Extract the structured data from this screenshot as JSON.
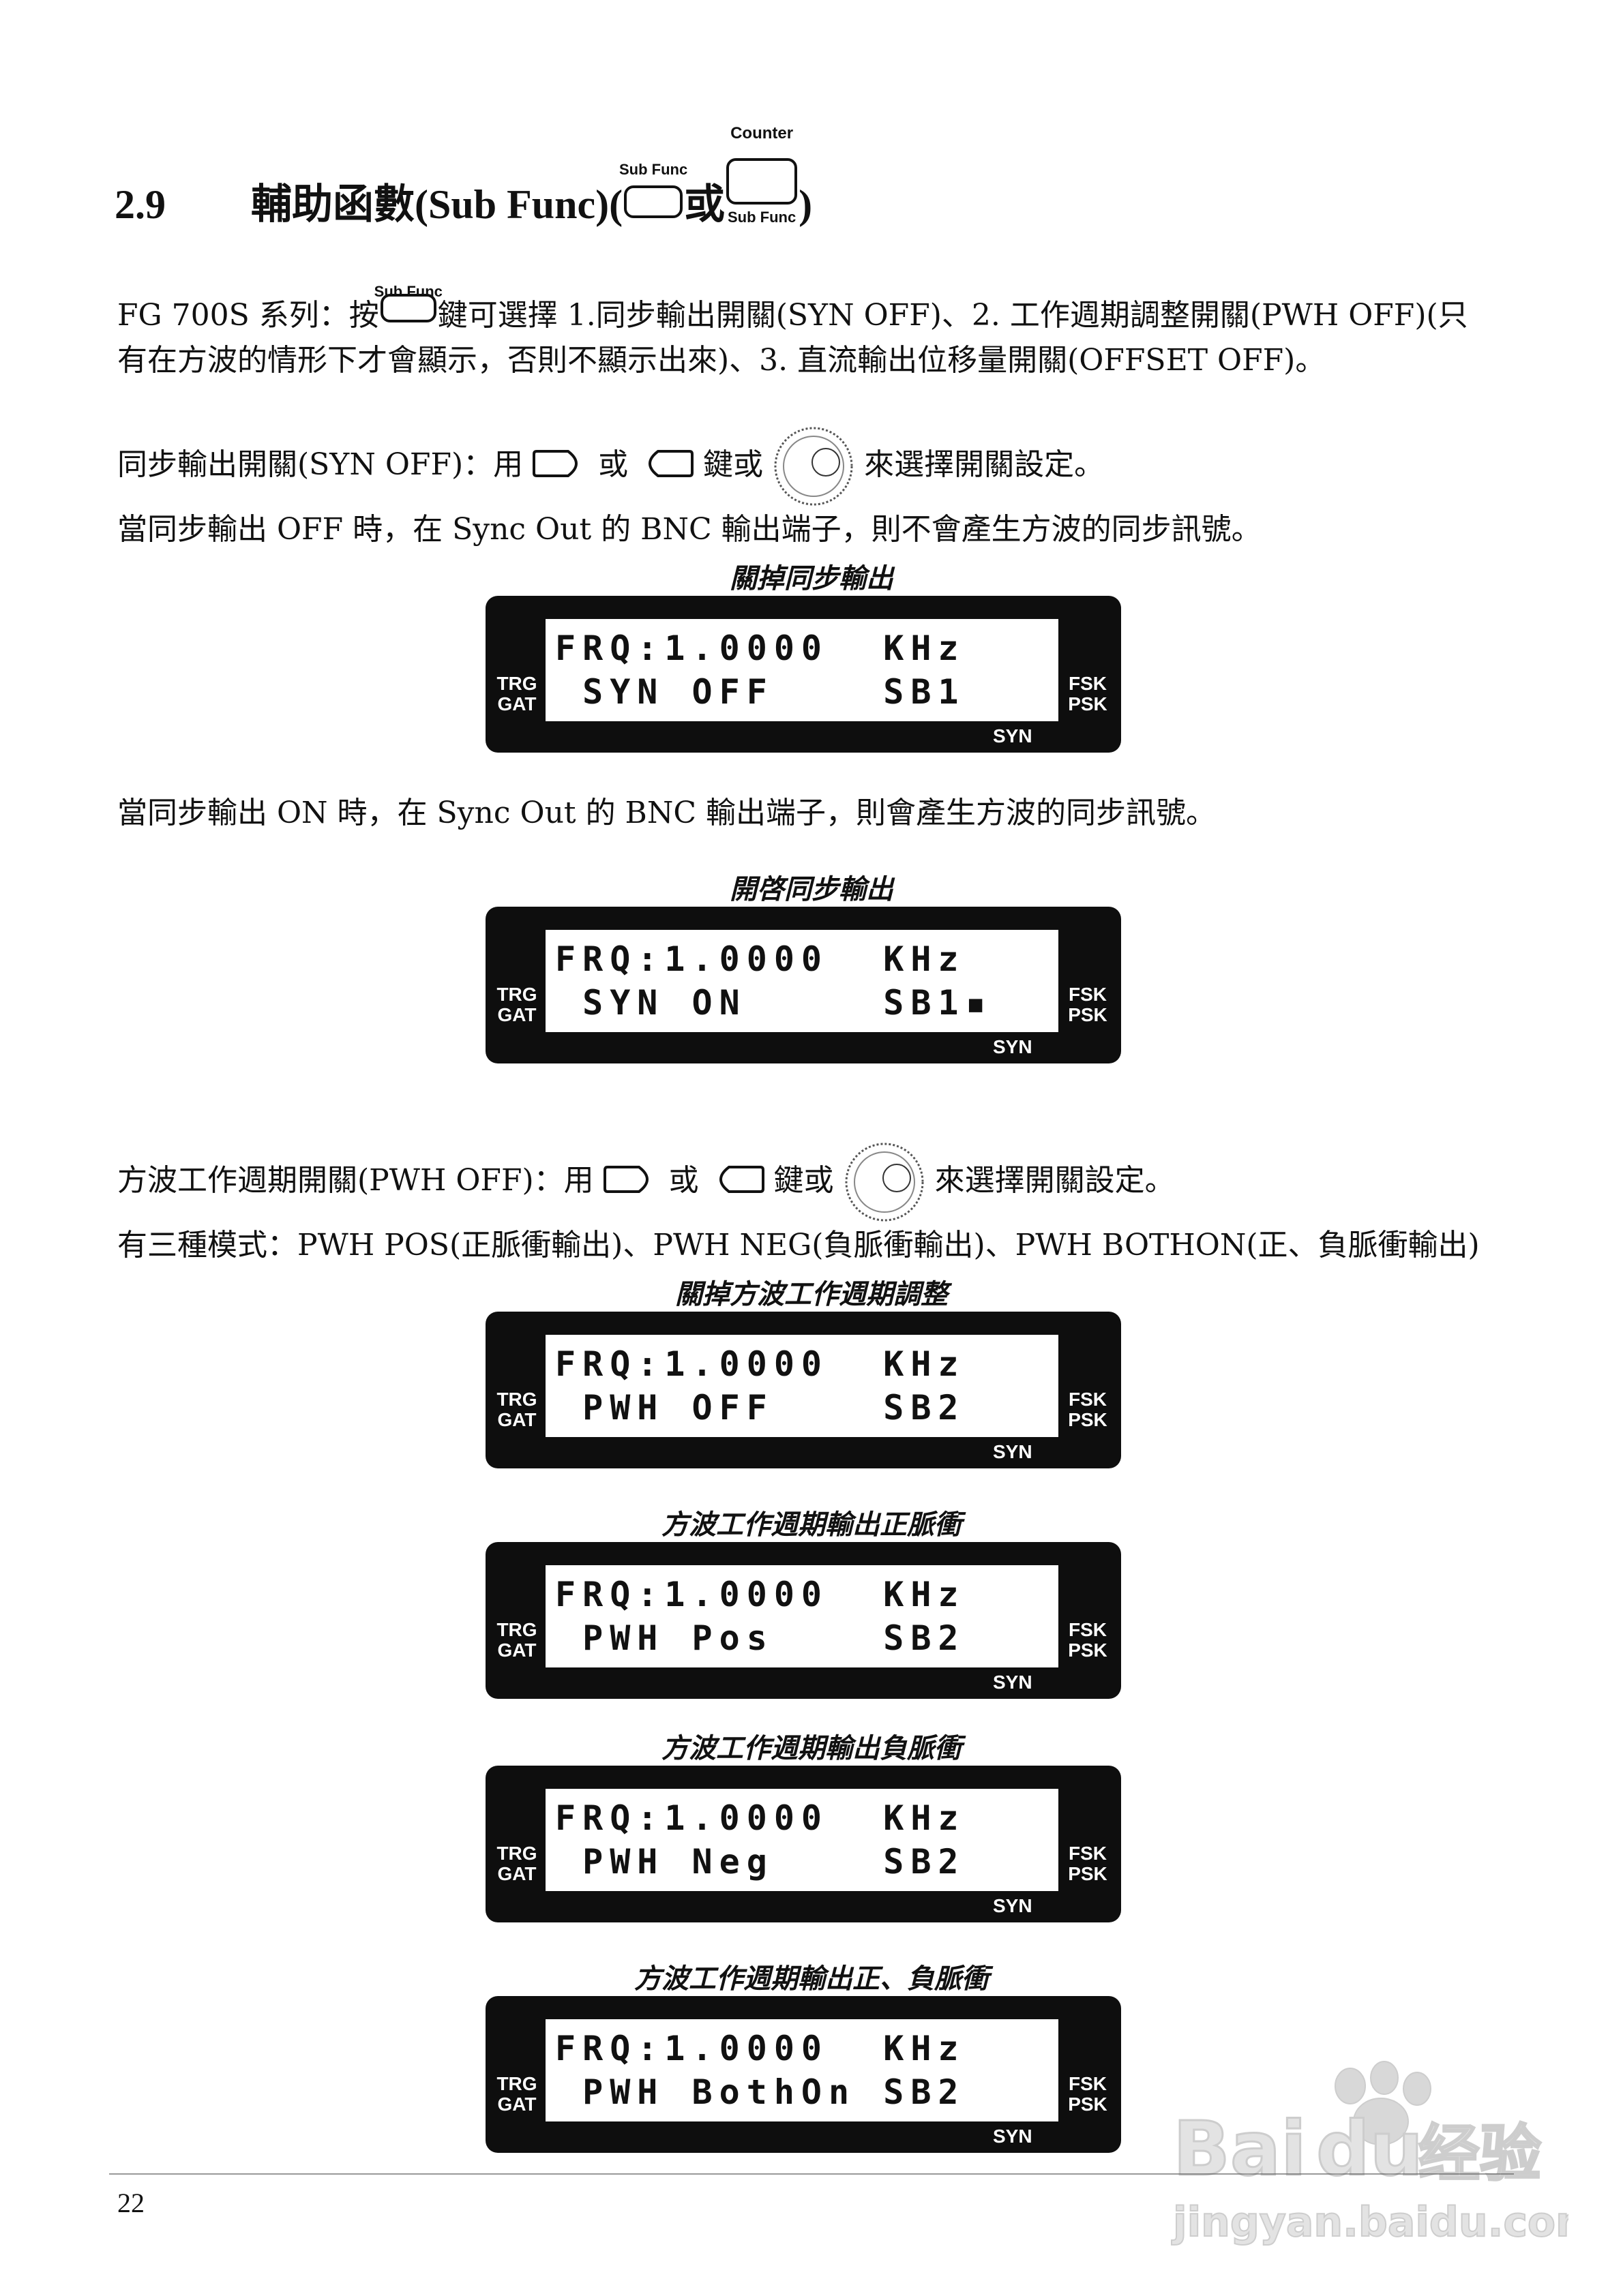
{
  "heading": {
    "number": "2.9",
    "title": "輔助函數(Sub Func)(",
    "or": "或",
    "close": ")",
    "key1_caption": "Sub Func",
    "key2_top_caption": "Counter",
    "key2_bottom_caption": "Sub Func"
  },
  "intro": {
    "key_caption": "Sub Func",
    "line1_a": "FG 700S 系列：按",
    "line1_b": "鍵可選擇 1.同步輸出開關(SYN OFF)、2. 工作週期調整開關(PWH OFF)(只",
    "line2": "有在方波的情形下才會顯示，否則不顯示出來)、3. 直流輸出位移量開關(OFFSET OFF)。"
  },
  "syn": {
    "line1_a": "同步輸出開關(SYN OFF)：用",
    "or": "或",
    "key_or": "鍵或",
    "line1_b": "來選擇開關設定。",
    "line2": "當同步輸出 OFF 時，在 Sync Out 的 BNC 輸出端子，則不會產生方波的同步訊號。",
    "line3": "當同步輸出 ON 時，在 Sync Out 的 BNC 輸出端子，則會產生方波的同步訊號。"
  },
  "pwh": {
    "line1_a": "方波工作週期開關(PWH OFF)：用",
    "or": "或",
    "key_or": "鍵或",
    "line1_b": "來選擇開關設定。",
    "line2": "有三種模式：PWH POS(正脈衝輸出)、PWH NEG(負脈衝輸出)、PWH BOTHON(正、負脈衝輸出)"
  },
  "lcd_labels": {
    "left": [
      "TRG",
      "GAT"
    ],
    "right": [
      "FSK",
      "PSK"
    ],
    "bottom": "SYN"
  },
  "displays": [
    {
      "caption": "關掉同步輸出",
      "line1": "FRQ:1.0000  KHz",
      "line2": " SYN OFF    SB1"
    },
    {
      "caption": "開啓同步輸出",
      "line1": "FRQ:1.0000  KHz",
      "line2": " SYN ON     SB1▪"
    },
    {
      "caption": "關掉方波工作週期調整",
      "line1": "FRQ:1.0000  KHz",
      "line2": " PWH OFF    SB2"
    },
    {
      "caption": "方波工作週期輸出正脈衝",
      "line1": "FRQ:1.0000  KHz",
      "line2": " PWH Pos    SB2"
    },
    {
      "caption": "方波工作週期輸出負脈衝",
      "line1": "FRQ:1.0000  KHz",
      "line2": " PWH Neg    SB2"
    },
    {
      "caption": "方波工作週期輸出正、負脈衝",
      "line1": "FRQ:1.0000  KHz",
      "line2": " PWH BothOn SB2"
    }
  ],
  "footer": {
    "page_number": "22"
  },
  "watermark": {
    "brand": "Bai",
    "brand2": "du",
    "cn": "经验",
    "url": "jingyan.baidu.com"
  }
}
